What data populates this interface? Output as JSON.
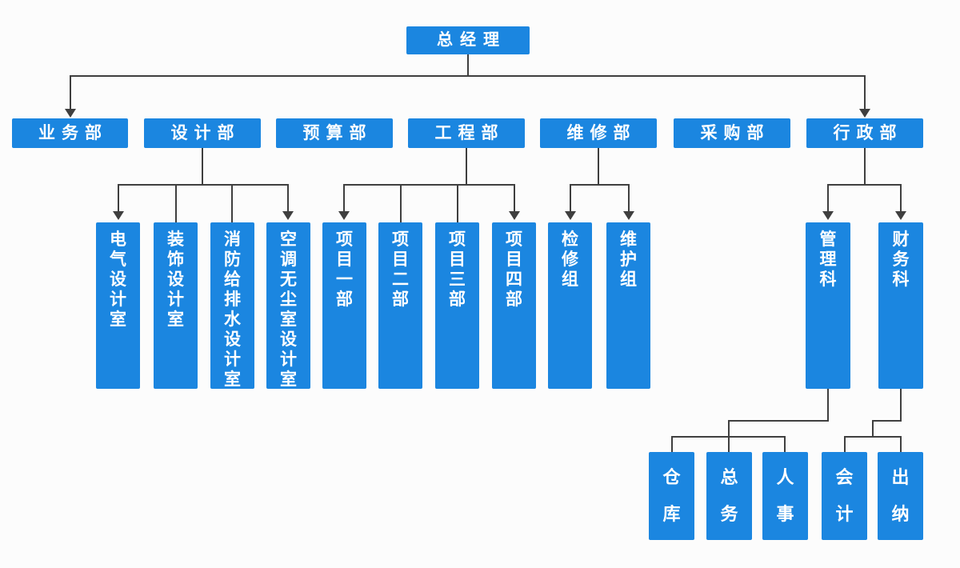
{
  "org": {
    "root": {
      "label": "总经理"
    },
    "departments": [
      {
        "label": "业务部"
      },
      {
        "label": "设计部"
      },
      {
        "label": "预算部"
      },
      {
        "label": "工程部"
      },
      {
        "label": "维修部"
      },
      {
        "label": "采购部"
      },
      {
        "label": "行政部"
      }
    ],
    "design_rooms": [
      {
        "label": "电气设计室"
      },
      {
        "label": "装饰设计室"
      },
      {
        "label": "消防给排水设计室"
      },
      {
        "label": "空调无尘室设计室"
      }
    ],
    "project_departments": [
      {
        "label": "项目一部"
      },
      {
        "label": "项目二部"
      },
      {
        "label": "项目三部"
      },
      {
        "label": "项目四部"
      }
    ],
    "repair_groups": [
      {
        "label": "检修组"
      },
      {
        "label": "维护组"
      }
    ],
    "admin_sections": [
      {
        "label": "管理科"
      },
      {
        "label": "财务科"
      }
    ],
    "management_units": [
      {
        "label": "仓库"
      },
      {
        "label": "总务"
      },
      {
        "label": "人事"
      }
    ],
    "finance_units": [
      {
        "label": "会计"
      },
      {
        "label": "出纳"
      }
    ]
  },
  "colors": {
    "box_fill": "#1b86e0",
    "box_text": "#ffffff",
    "line": "#3f3f3f",
    "background": "#fcfcfc"
  }
}
